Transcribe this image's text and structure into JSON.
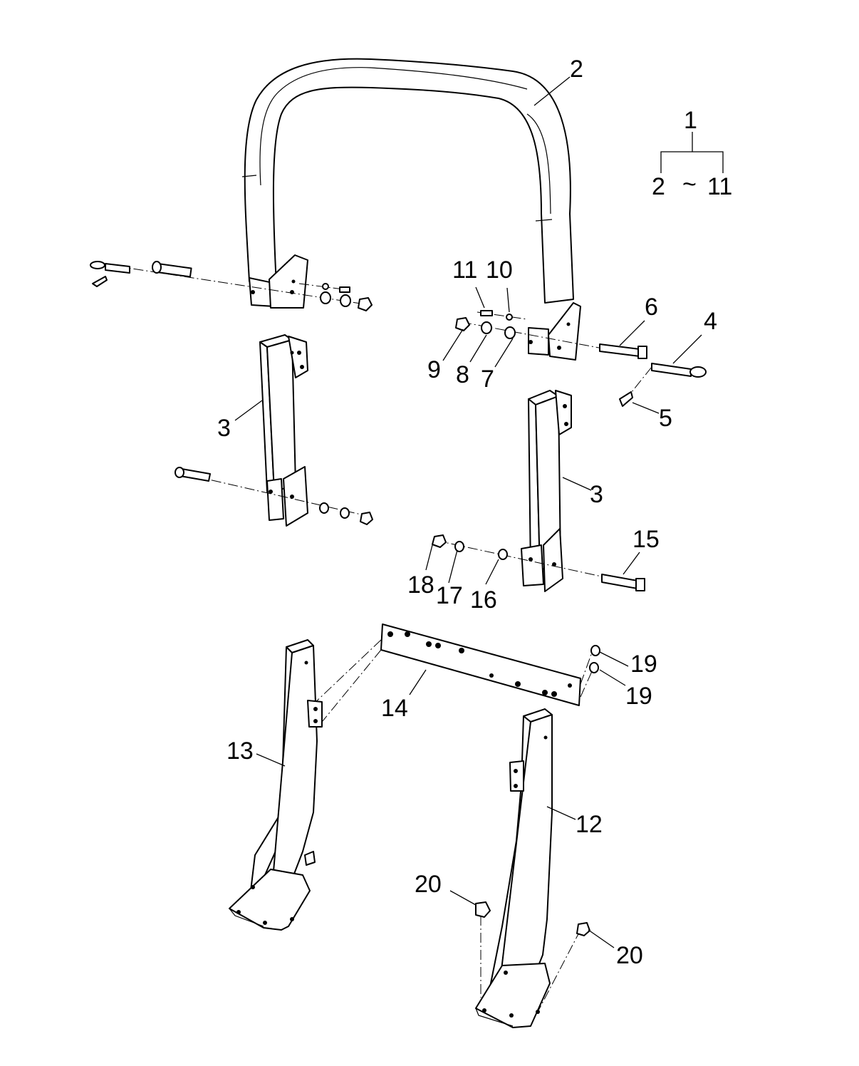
{
  "callouts": {
    "c1": "1",
    "c1_range_from": "2",
    "c1_range_sep": "~",
    "c1_range_to": "11",
    "c2": "2",
    "c3_left": "3",
    "c3_right": "3",
    "c4": "4",
    "c5": "5",
    "c6": "6",
    "c7": "7",
    "c8": "8",
    "c9": "9",
    "c10": "10",
    "c11": "11",
    "c12": "12",
    "c13": "13",
    "c14": "14",
    "c15": "15",
    "c16": "16",
    "c17": "17",
    "c18": "18",
    "c19_top": "19",
    "c19_bottom": "19",
    "c20_left": "20",
    "c20_right": "20"
  }
}
